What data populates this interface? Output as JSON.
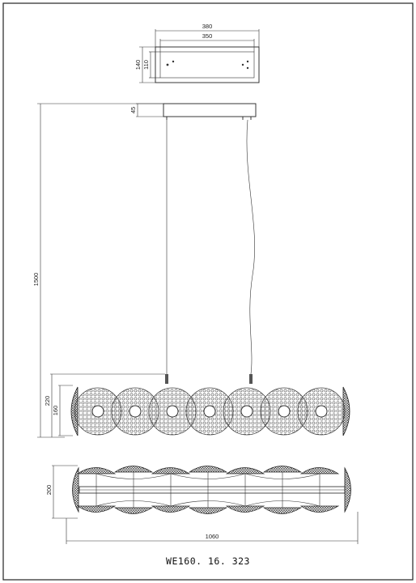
{
  "drawing": {
    "model": "WE160. 16. 323",
    "top_view": {
      "outer_width": "380",
      "inner_width": "350",
      "outer_height": "140",
      "inner_height": "110"
    },
    "front_view": {
      "canopy_height": "45",
      "suspension_length": "1500",
      "ring_height": "220",
      "inner_height": "160"
    },
    "plan_view": {
      "depth": "200",
      "total_length": "1060"
    }
  }
}
